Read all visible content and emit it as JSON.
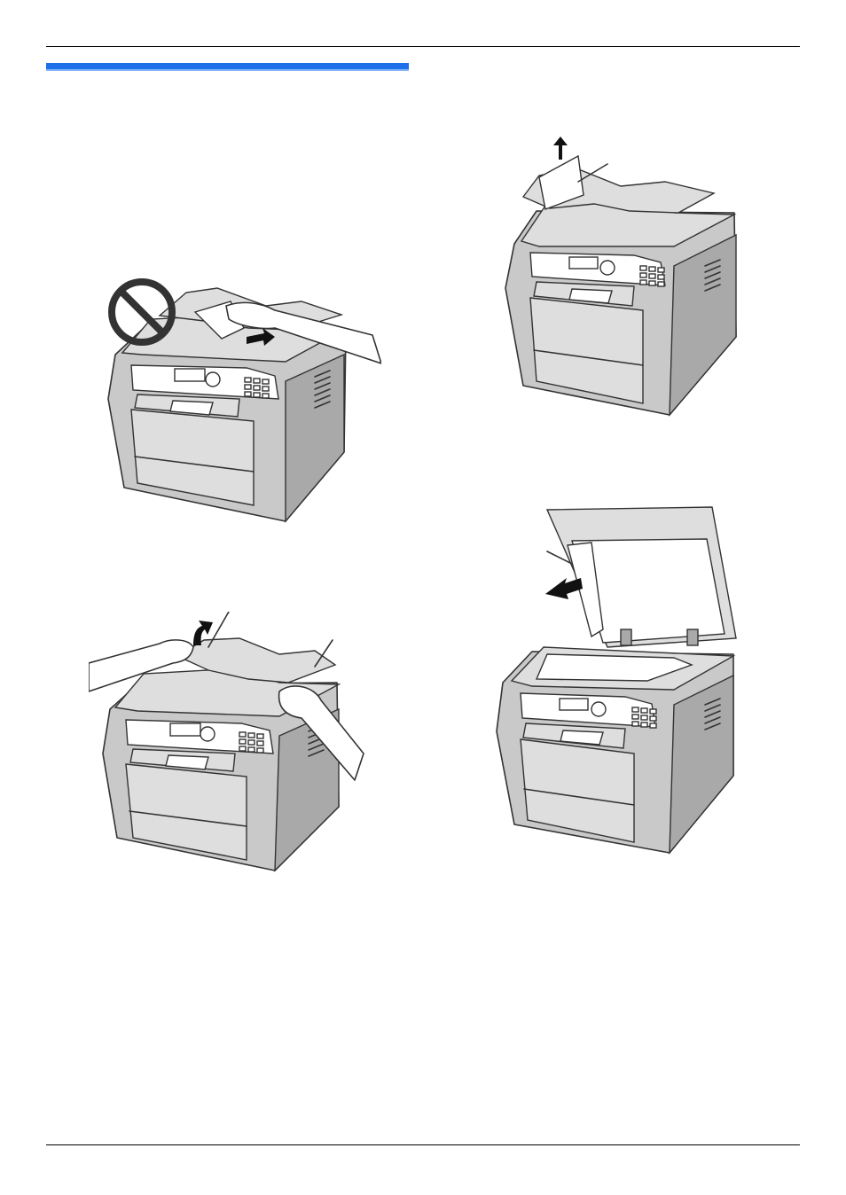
{
  "page": {
    "header_rule": true,
    "footer_rule": true,
    "heading_bar_color": "#1f6fe8"
  },
  "figures": [
    {
      "id": "fig-do-not-pull",
      "icon": "prohibited-icon",
      "action": "arrow-right-icon"
    },
    {
      "id": "fig-lift-cover",
      "action": "arrow-up-curved-icon"
    },
    {
      "id": "fig-remove-paper-feeder",
      "action": "arrow-up-icon"
    },
    {
      "id": "fig-remove-paper-glass",
      "action": "arrow-left-icon"
    }
  ]
}
